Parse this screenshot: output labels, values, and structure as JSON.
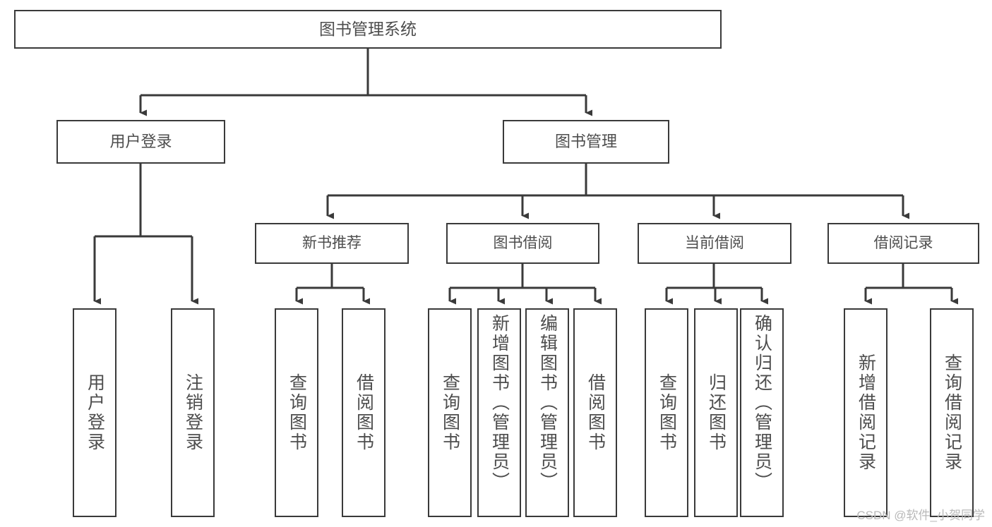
{
  "diagram": {
    "title": "图书管理系统",
    "watermark": "CSDN @软件_小贺同学",
    "colors": {
      "box_border": "#3a3a3a",
      "box_fill": "#ffffff",
      "text": "#4d4d4d",
      "connector": "#3a3a3a",
      "watermark": "#b9b9b9",
      "background": "#ffffff"
    },
    "root": {
      "label": "图书管理系统"
    },
    "level1": [
      {
        "label": "用户登录"
      },
      {
        "label": "图书管理"
      }
    ],
    "level2": [
      {
        "label": "新书推荐"
      },
      {
        "label": "图书借阅"
      },
      {
        "label": "当前借阅"
      },
      {
        "label": "借阅记录"
      }
    ],
    "leaves": {
      "user_login": [
        {
          "label": "用户登录"
        },
        {
          "label": "注销登录"
        }
      ],
      "new_book": [
        {
          "label": "查询图书"
        },
        {
          "label": "借阅图书"
        }
      ],
      "book_borrow": [
        {
          "label": "查询图书"
        },
        {
          "label": "新增图书（管理员）"
        },
        {
          "label": "编辑图书（管理员）"
        },
        {
          "label": "借阅图书"
        }
      ],
      "current_borrow": [
        {
          "label": "查询图书"
        },
        {
          "label": "归还图书"
        },
        {
          "label": "确认归还（管理员）"
        }
      ],
      "borrow_record": [
        {
          "label": "新增借阅记录"
        },
        {
          "label": "查询借阅记录"
        }
      ]
    }
  }
}
